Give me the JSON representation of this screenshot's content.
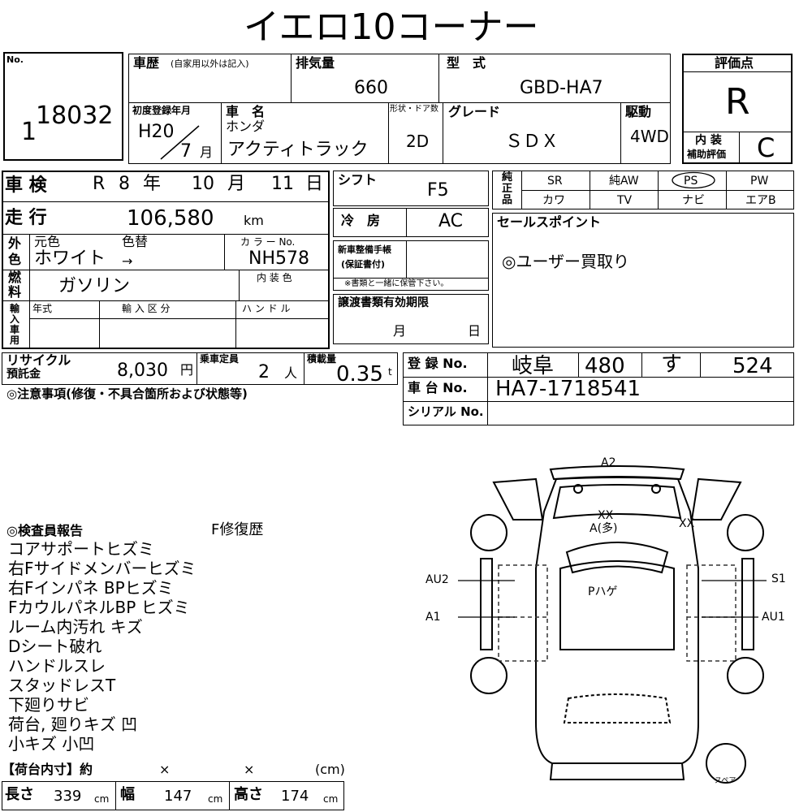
{
  "title": "イエロ10コーナー",
  "no": {
    "label": "No.",
    "prefix": "1",
    "value": "18032"
  },
  "history": {
    "label": "車歴",
    "note": "(自家用以外は記入)"
  },
  "displacement": {
    "label": "排気量",
    "value": "660"
  },
  "model": {
    "label": "型　式",
    "value": "GBD-HA7"
  },
  "rating": {
    "label": "評価点",
    "value": "R",
    "interior_label_1": "内 装",
    "interior_label_2": "補助評価",
    "interior_value": "C"
  },
  "first_reg": {
    "label": "初度登録年月",
    "year": "H20",
    "month": "7",
    "month_unit": "月"
  },
  "car_name": {
    "label": "車　名",
    "maker": "ホンダ",
    "name": "アクティトラック"
  },
  "doors": {
    "label": "形状・ドア数",
    "value": "2D"
  },
  "grade": {
    "label": "グレード",
    "value": "ＳＤＸ"
  },
  "drive": {
    "label": "駆動",
    "value": "4WD"
  },
  "inspection": {
    "label": "車 検",
    "era": "R",
    "year": "8",
    "year_unit": "年",
    "month": "10",
    "month_unit": "月",
    "day": "11",
    "day_unit": "日"
  },
  "shift": {
    "label": "シフト",
    "value": "F5"
  },
  "equipment": {
    "label_1": "純",
    "label_2": "正",
    "label_3": "品",
    "row1": [
      "SR",
      "純AW",
      "PS",
      "PW"
    ],
    "row2": [
      "カワ",
      "TV",
      "ナビ",
      "エアB"
    ]
  },
  "mileage": {
    "label": "走 行",
    "value": "106,580",
    "unit": "km"
  },
  "ac": {
    "label": "冷　房",
    "value": "AC"
  },
  "sales_point": {
    "label": "セールスポイント",
    "text": "◎ユーザー買取り"
  },
  "color": {
    "label_1": "外",
    "label_2": "色",
    "orig_label": "元色",
    "change_label": "色替",
    "value": "ホワイト",
    "arrow": "→",
    "code_label": "カ ラ ー No.",
    "code": "NH578"
  },
  "manual": {
    "label_1": "新車整備手帳",
    "label_2": "(保証書付)",
    "note": "※書類と一緒に保管下さい。"
  },
  "fuel": {
    "label_1": "燃",
    "label_2": "料",
    "value": "ガソリン",
    "interior_color_label": "内 装 色"
  },
  "import": {
    "label_1": "輸",
    "label_2": "入",
    "label_3": "車",
    "label_4": "用",
    "year_label": "年式",
    "category_label": "輸 入 区 分",
    "handle_label": "ハ ン ド ル"
  },
  "transfer": {
    "label": "譲渡書類有効期限",
    "month_unit": "月",
    "day_unit": "日"
  },
  "recycle": {
    "label_1": "リサイクル",
    "label_2": "預託金",
    "value": "8,030",
    "unit": "円"
  },
  "capacity": {
    "label": "乗車定員",
    "value": "2",
    "unit": "人"
  },
  "load": {
    "label": "積載量",
    "value": "0.35",
    "unit": "t"
  },
  "registration": {
    "label": "登 録 No.",
    "region": "岐阜",
    "class": "480",
    "kana": "す",
    "number": "524"
  },
  "chassis": {
    "label": "車 台 No.",
    "value": "HA7-1718541"
  },
  "serial": {
    "label": "シリアル No."
  },
  "notes_label": "◎注意事項(修復・不具合箇所および状態等)",
  "inspector": {
    "label": "◎検査員報告",
    "f_label": "F修復歴",
    "lines": [
      "コアサポートヒズミ",
      "右Fサイドメンバーヒズミ",
      "右Fインパネ BPヒズミ",
      "FカウルパネルBP ヒズミ",
      "ルーム内汚れ キズ",
      "Dシート破れ",
      "ハンドルスレ",
      "スタッドレスT",
      "下廻りサビ",
      "荷台, 廻りキズ 凹",
      "小キズ 小凹"
    ]
  },
  "cargo": {
    "label": "【荷台内寸】約",
    "x1": "×",
    "x2": "×",
    "unit_paren": "(cm)",
    "length_label": "長さ",
    "length": "339",
    "width_label": "幅",
    "width": "147",
    "height_label": "高さ",
    "height": "174",
    "cm": "cm"
  },
  "diagram": {
    "a2": "A2",
    "xx_top": "XX",
    "a_many": "A(多)",
    "xx_right": "XX",
    "au2": "AU2",
    "s1": "S1",
    "p_hage": "Pハゲ",
    "a1": "A1",
    "au1": "AU1",
    "spare": "スペア"
  }
}
